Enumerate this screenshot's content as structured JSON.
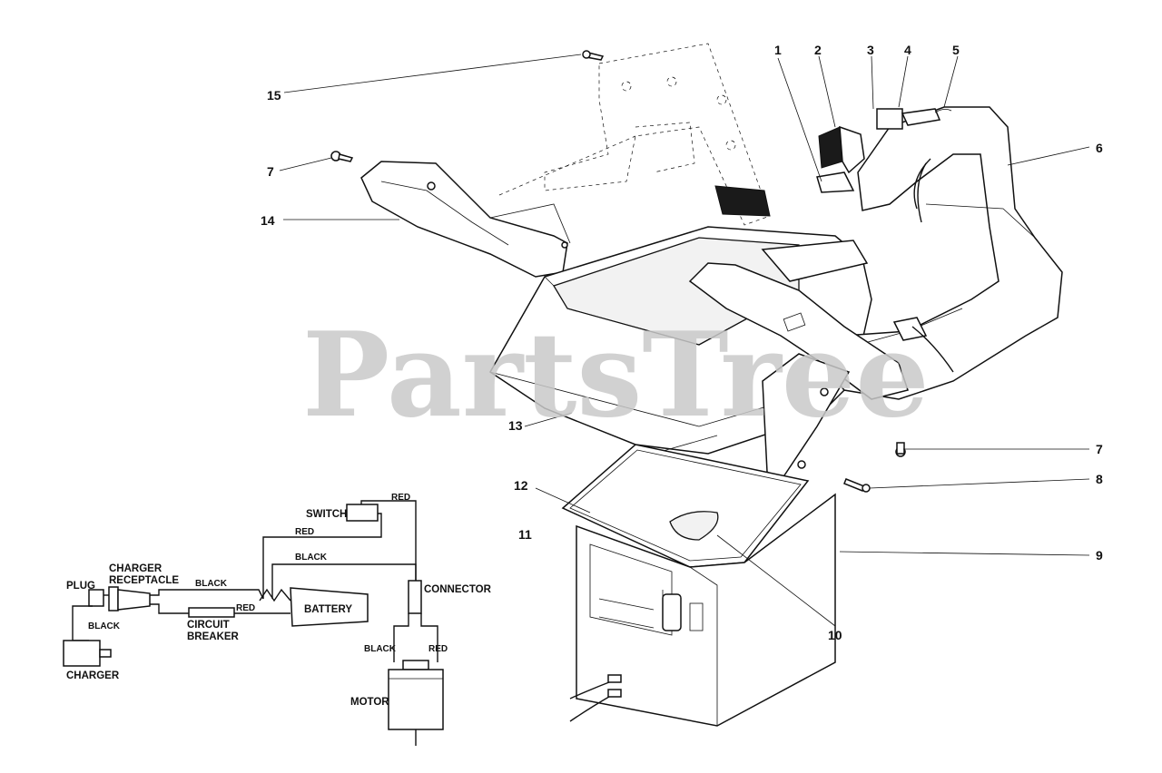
{
  "watermark": "PartsTree",
  "callouts": {
    "c1": "1",
    "c2": "2",
    "c3": "3",
    "c4": "4",
    "c5": "5",
    "c6": "6",
    "c7a": "7",
    "c7b": "7",
    "c8": "8",
    "c9": "9",
    "c10": "10",
    "c11": "11",
    "c12": "12",
    "c13": "13",
    "c14": "14",
    "c15": "15"
  },
  "wiring": {
    "switch": "SWITCH",
    "red_top": "RED",
    "red_mid": "RED",
    "black_mid": "BLACK",
    "charger_receptacle_1": "CHARGER",
    "charger_receptacle_2": "RECEPTACLE",
    "plug": "PLUG",
    "black_left": "BLACK",
    "black_cord": "BLACK",
    "red_breaker": "RED",
    "battery": "BATTERY",
    "connector": "CONNECTOR",
    "circuit_1": "CIRCUIT",
    "circuit_2": "BREAKER",
    "black_motor": "BLACK",
    "red_motor": "RED",
    "charger": "CHARGER",
    "motor": "MOTOR"
  }
}
